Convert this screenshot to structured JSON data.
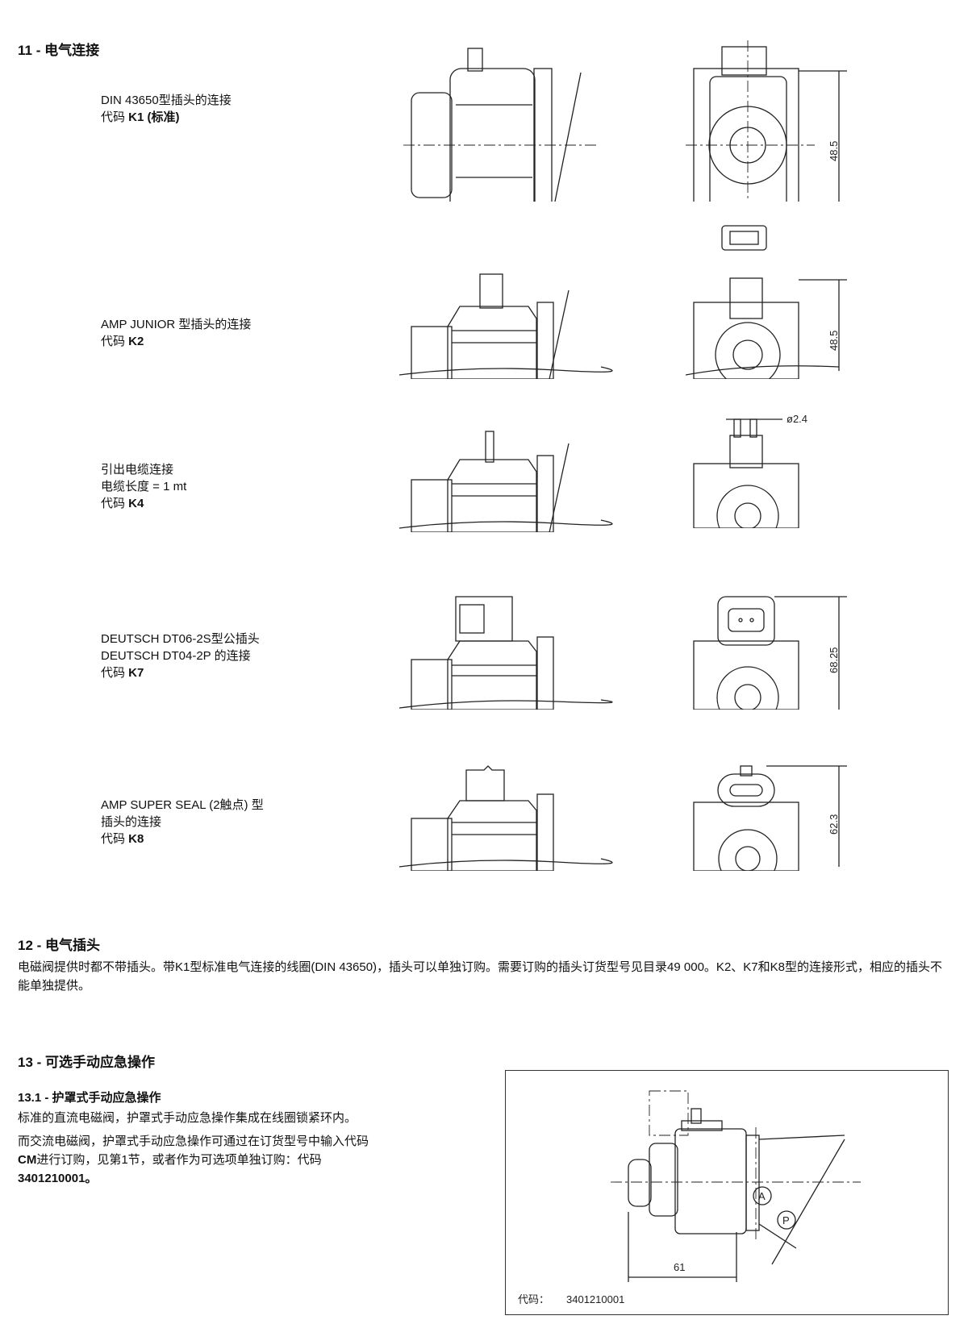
{
  "s11": {
    "title": "11 - 电气连接",
    "items": [
      {
        "line1": "DIN 43650型插头的连接",
        "code_label": "代码 ",
        "code": "K1",
        "suffix": " (标准)",
        "dim": "48.5"
      },
      {
        "line1": "AMP JUNIOR 型插头的连接",
        "code_label": "代码 ",
        "code": "K2",
        "dim": "48.5"
      },
      {
        "line1": "引出电缆连接",
        "line2": "电缆长度 = 1 mt",
        "code_label": "代码 ",
        "code": "K4",
        "dim": "ø2.4"
      },
      {
        "line1": "DEUTSCH DT06-2S型公插头",
        "line2": "DEUTSCH DT04-2P 的连接",
        "code_label": "代码 ",
        "code": "K7",
        "dim": "68.25"
      },
      {
        "line1": "AMP SUPER SEAL (2触点) 型",
        "line2": "插头的连接",
        "code_label": "代码 ",
        "code": "K8",
        "dim": "62.3"
      }
    ]
  },
  "s12": {
    "title": "12 - 电气插头",
    "text": "电磁阀提供时都不带插头。带K1型标准电气连接的线圈(DIN 43650)，插头可以单独订购。需要订购的插头订货型号见目录49 000。K2、K7和K8型的连接形式，相应的插头不能单独提供。"
  },
  "s13": {
    "title": "13 - 可选手动应急操作",
    "sub": "13.1 - 护罩式手动应急操作",
    "p1": "标准的直流电磁阀，护罩式手动应急操作集成在线圈锁紧环内。",
    "p2a": "而交流电磁阀，护罩式手动应急操作可通过在订货型号中输入代码",
    "p2b": "CM",
    "p2c": "进行订购，见第1节，或者作为可选项单独订购：代码",
    "p2d": "3401210001。",
    "figure": {
      "label_a": "A",
      "label_p": "P",
      "dim": "61",
      "code_label": "代码：",
      "code": "3401210001"
    }
  }
}
